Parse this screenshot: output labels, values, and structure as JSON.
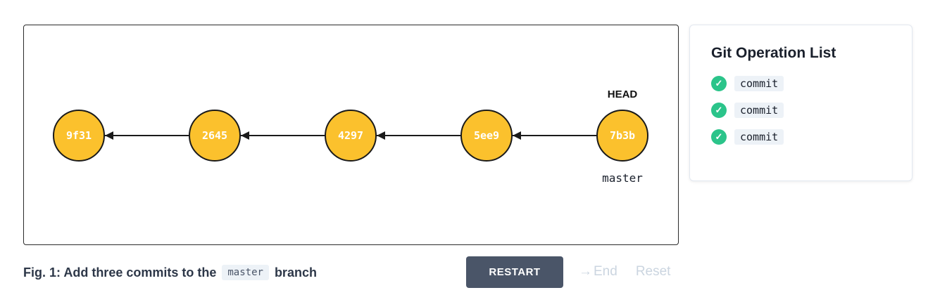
{
  "graph": {
    "head_label": "HEAD",
    "branch_label": "master",
    "commits": [
      {
        "id": "9f31"
      },
      {
        "id": "2645"
      },
      {
        "id": "4297"
      },
      {
        "id": "5ee9"
      },
      {
        "id": "7b3b"
      }
    ]
  },
  "operations": {
    "title": "Git Operation List",
    "check_icon": "✓",
    "items": [
      {
        "label": "commit"
      },
      {
        "label": "commit"
      },
      {
        "label": "commit"
      }
    ]
  },
  "footer": {
    "caption_prefix": "Fig. 1: Add three commits to the",
    "caption_code": "master",
    "caption_suffix": "branch",
    "restart_label": "RESTART",
    "end_icon": "→",
    "end_label": "End",
    "reset_label": "Reset"
  },
  "colors": {
    "commit_fill": "#fbc12d",
    "commit_border": "#1a1a1a",
    "check_green": "#2bc48a",
    "chip_bg": "#edf2f7",
    "button_bg": "#4a5568",
    "disabled_text": "#cbd5e0"
  }
}
